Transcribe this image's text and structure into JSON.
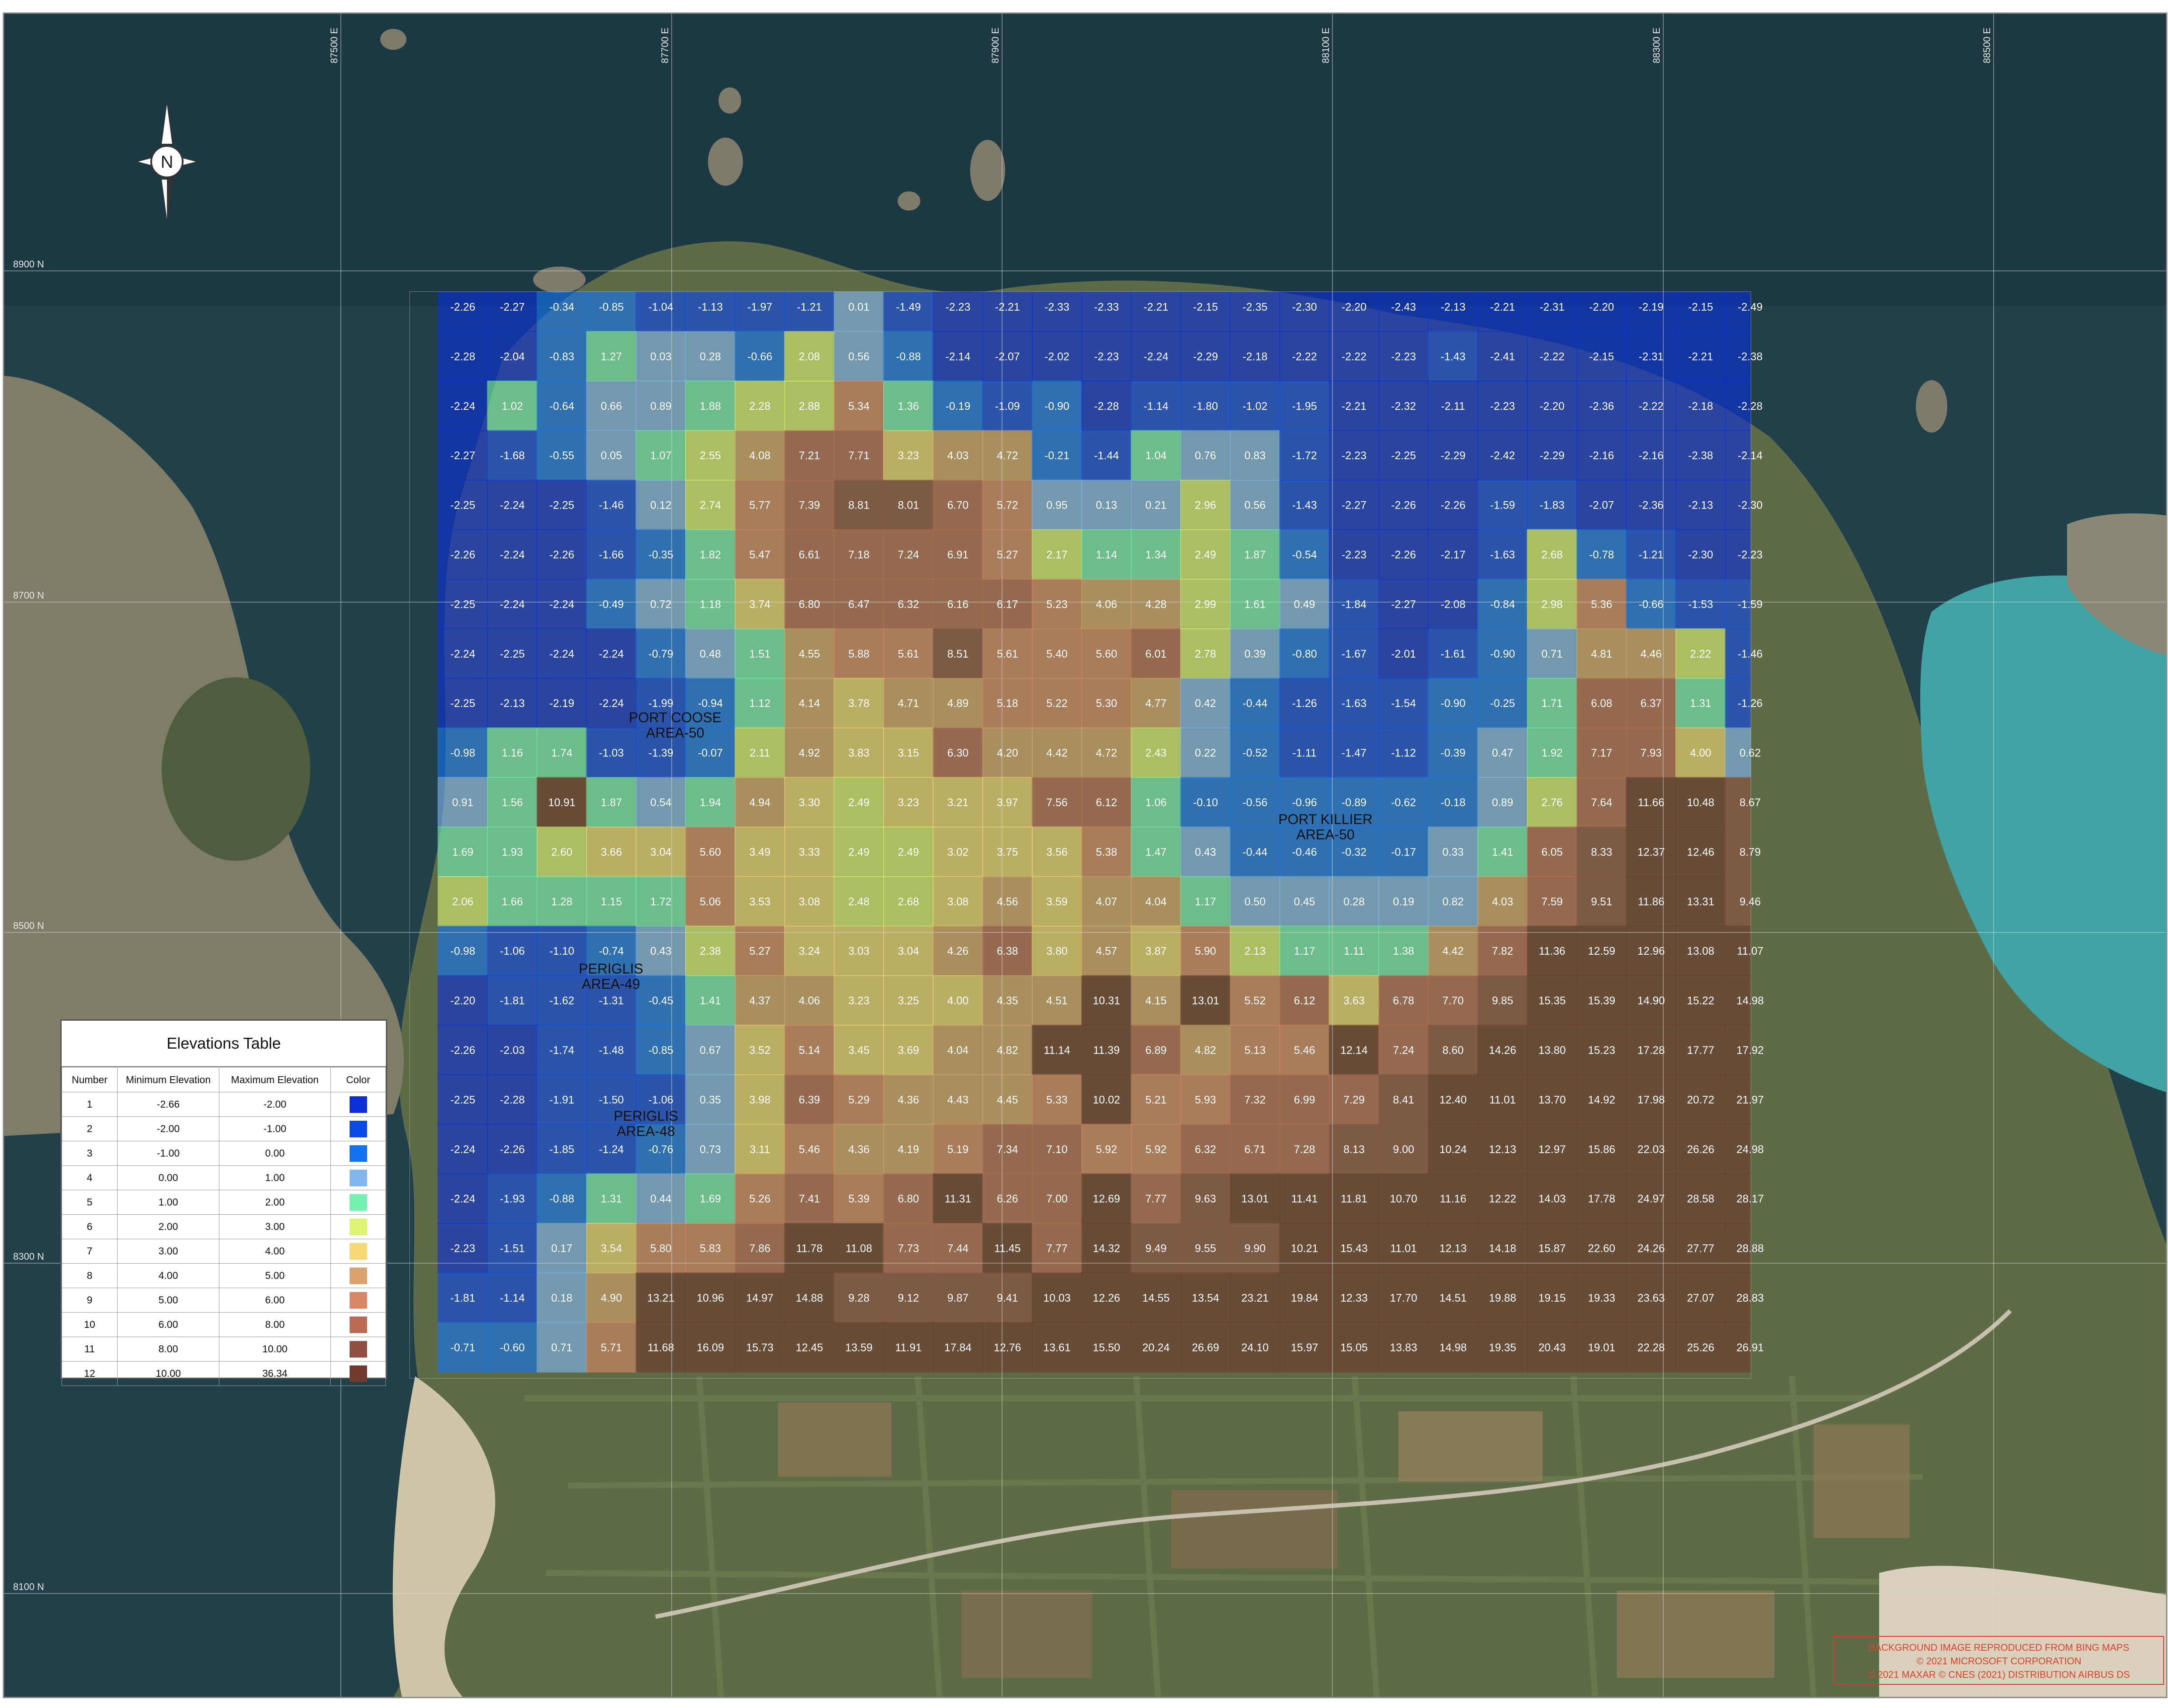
{
  "colors": {
    "sea_deep": "#1c3540",
    "sea_mid": "#24414a",
    "lagoon": "#3aa2a2",
    "land_green": "#5a6d45",
    "grid_line": "#d8d8d8",
    "label_white": "#ffffff",
    "credit_red": "#e0402a"
  },
  "north_arrow": {
    "letter": "N",
    "icon": "north-arrow-icon"
  },
  "easting_labels": [
    "87500 E",
    "87700 E",
    "87900 E",
    "88100 E",
    "88300 E",
    "88500 E"
  ],
  "northing_labels": [
    "8900 N",
    "8700 N",
    "8500 N",
    "8300 N",
    "8100 N"
  ],
  "area_labels": [
    {
      "name": "PORT COOSE",
      "area": "AREA-50"
    },
    {
      "name": "PORT KILLIER",
      "area": "AREA-50"
    },
    {
      "name": "PERIGLIS",
      "area": "AREA-49"
    },
    {
      "name": "PERIGLIS",
      "area": "AREA-48"
    }
  ],
  "elevation_grid": [
    [
      "-2.26",
      "-2.27",
      "-0.34",
      "-0.85",
      "-1.04",
      "-1.13",
      "-1.97",
      "-1.21",
      "0.01",
      "-1.49",
      "-2.23",
      "-2.21",
      "-2.33",
      "-2.33",
      "-2.21",
      "-2.15",
      "-2.35",
      "-2.30",
      "-2.20",
      "-2.43",
      "-2.13",
      "-2.21",
      "-2.31",
      "-2.20",
      "-2.19",
      "-2.15",
      "-2.49"
    ],
    [
      "-2.28",
      "-2.04",
      "-0.83",
      "1.27",
      "0.03",
      "0.28",
      "-0.66",
      "2.08",
      "0.56",
      "-0.88",
      "-2.14",
      "-2.07",
      "-2.02",
      "-2.23",
      "-2.24",
      "-2.29",
      "-2.18",
      "-2.22",
      "-2.22",
      "-2.23",
      "-1.43",
      "-2.41",
      "-2.22",
      "-2.15",
      "-2.31",
      "-2.21",
      "-2.38"
    ],
    [
      "-2.24",
      "1.02",
      "-0.64",
      "0.66",
      "0.89",
      "1.88",
      "2.28",
      "2.88",
      "5.34",
      "1.36",
      "-0.19",
      "-1.09",
      "-0.90",
      "-2.28",
      "-1.14",
      "-1.80",
      "-1.02",
      "-1.95",
      "-2.21",
      "-2.32",
      "-2.11",
      "-2.23",
      "-2.20",
      "-2.36",
      "-2.22",
      "-2.18",
      "-2.28"
    ],
    [
      "-2.27",
      "-1.68",
      "-0.55",
      "0.05",
      "1.07",
      "2.55",
      "4.08",
      "7.21",
      "7.71",
      "3.23",
      "4.03",
      "4.72",
      "-0.21",
      "-1.44",
      "1.04",
      "0.76",
      "0.83",
      "-1.72",
      "-2.23",
      "-2.25",
      "-2.29",
      "-2.42",
      "-2.29",
      "-2.16",
      "-2.16",
      "-2.38",
      "-2.14"
    ],
    [
      "-2.25",
      "-2.24",
      "-2.25",
      "-1.46",
      "0.12",
      "2.74",
      "5.77",
      "7.39",
      "8.81",
      "8.01",
      "6.70",
      "5.72",
      "0.95",
      "0.13",
      "0.21",
      "2.96",
      "0.56",
      "-1.43",
      "-2.27",
      "-2.26",
      "-2.26",
      "-1.59",
      "-1.83",
      "-2.07",
      "-2.36",
      "-2.13",
      "-2.30"
    ],
    [
      "-2.26",
      "-2.24",
      "-2.26",
      "-1.66",
      "-0.35",
      "1.82",
      "5.47",
      "6.61",
      "7.18",
      "7.24",
      "6.91",
      "5.27",
      "2.17",
      "1.14",
      "1.34",
      "2.49",
      "1.87",
      "-0.54",
      "-2.23",
      "-2.26",
      "-2.17",
      "-1.63",
      "2.68",
      "-0.78",
      "-1.21",
      "-2.30",
      "-2.23"
    ],
    [
      "-2.25",
      "-2.24",
      "-2.24",
      "-0.49",
      "0.72",
      "1.18",
      "3.74",
      "6.80",
      "6.47",
      "6.32",
      "6.16",
      "6.17",
      "5.23",
      "4.06",
      "4.28",
      "2.99",
      "1.61",
      "0.49",
      "-1.84",
      "-2.27",
      "-2.08",
      "-0.84",
      "2.98",
      "5.36",
      "-0.66",
      "-1.53",
      "-1.59"
    ],
    [
      "-2.24",
      "-2.25",
      "-2.24",
      "-2.24",
      "-0.79",
      "0.48",
      "1.51",
      "4.55",
      "5.88",
      "5.61",
      "8.51",
      "5.61",
      "5.40",
      "5.60",
      "6.01",
      "2.78",
      "0.39",
      "-0.80",
      "-1.67",
      "-2.01",
      "-1.61",
      "-0.90",
      "0.71",
      "4.81",
      "4.46",
      "2.22",
      "-1.46"
    ],
    [
      "-2.25",
      "-2.13",
      "-2.19",
      "-2.24",
      "-1.99",
      "-0.94",
      "1.12",
      "4.14",
      "3.78",
      "4.71",
      "4.89",
      "5.18",
      "5.22",
      "5.30",
      "4.77",
      "0.42",
      "-0.44",
      "-1.26",
      "-1.63",
      "-1.54",
      "-0.90",
      "-0.25",
      "1.71",
      "6.08",
      "6.37",
      "1.31",
      "-1.26"
    ],
    [
      "-0.98",
      "1.16",
      "1.74",
      "-1.03",
      "-1.39",
      "-0.07",
      "2.11",
      "4.92",
      "3.83",
      "3.15",
      "6.30",
      "4.20",
      "4.42",
      "4.72",
      "2.43",
      "0.22",
      "-0.52",
      "-1.11",
      "-1.47",
      "-1.12",
      "-0.39",
      "0.47",
      "1.92",
      "7.17",
      "7.93",
      "4.00",
      "0.62"
    ],
    [
      "0.91",
      "1.56",
      "10.91",
      "1.87",
      "0.54",
      "1.94",
      "4.94",
      "3.30",
      "2.49",
      "3.23",
      "3.21",
      "3.97",
      "7.56",
      "6.12",
      "1.06",
      "-0.10",
      "-0.56",
      "-0.96",
      "-0.89",
      "-0.62",
      "-0.18",
      "0.89",
      "2.76",
      "7.64",
      "11.66",
      "10.48",
      "8.67"
    ],
    [
      "1.69",
      "1.93",
      "2.60",
      "3.66",
      "3.04",
      "5.60",
      "3.49",
      "3.33",
      "2.49",
      "2.49",
      "3.02",
      "3.75",
      "3.56",
      "5.38",
      "1.47",
      "0.43",
      "-0.44",
      "-0.46",
      "-0.32",
      "-0.17",
      "0.33",
      "1.41",
      "6.05",
      "8.33",
      "12.37",
      "12.46",
      "8.79"
    ],
    [
      "2.06",
      "1.66",
      "1.28",
      "1.15",
      "1.72",
      "5.06",
      "3.53",
      "3.08",
      "2.48",
      "2.68",
      "3.08",
      "4.56",
      "3.59",
      "4.07",
      "4.04",
      "1.17",
      "0.50",
      "0.45",
      "0.28",
      "0.19",
      "0.82",
      "4.03",
      "7.59",
      "9.51",
      "11.86",
      "13.31",
      "9.46"
    ],
    [
      "-0.98",
      "-1.06",
      "-1.10",
      "-0.74",
      "0.43",
      "2.38",
      "5.27",
      "3.24",
      "3.03",
      "3.04",
      "4.26",
      "6.38",
      "3.80",
      "4.57",
      "3.87",
      "5.90",
      "2.13",
      "1.17",
      "1.11",
      "1.38",
      "4.42",
      "7.82",
      "11.36",
      "12.59",
      "12.96",
      "13.08",
      "11.07"
    ],
    [
      "-2.20",
      "-1.81",
      "-1.62",
      "-1.31",
      "-0.45",
      "1.41",
      "4.37",
      "4.06",
      "3.23",
      "3.25",
      "4.00",
      "4.35",
      "4.51",
      "10.31",
      "4.15",
      "13.01",
      "5.52",
      "6.12",
      "3.63",
      "6.78",
      "7.70",
      "9.85",
      "15.35",
      "15.39",
      "14.90",
      "15.22",
      "14.98"
    ],
    [
      "-2.26",
      "-2.03",
      "-1.74",
      "-1.48",
      "-0.85",
      "0.67",
      "3.52",
      "5.14",
      "3.45",
      "3.69",
      "4.04",
      "4.82",
      "11.14",
      "11.39",
      "6.89",
      "4.82",
      "5.13",
      "5.46",
      "12.14",
      "7.24",
      "8.60",
      "14.26",
      "13.80",
      "15.23",
      "17.28",
      "17.77",
      "17.92"
    ],
    [
      "-2.25",
      "-2.28",
      "-1.91",
      "-1.50",
      "-1.06",
      "0.35",
      "3.98",
      "6.39",
      "5.29",
      "4.36",
      "4.43",
      "4.45",
      "5.33",
      "10.02",
      "5.21",
      "5.93",
      "7.32",
      "6.99",
      "7.29",
      "8.41",
      "12.40",
      "11.01",
      "13.70",
      "14.92",
      "17.98",
      "20.72",
      "21.97"
    ],
    [
      "-2.24",
      "-2.26",
      "-1.85",
      "-1.24",
      "-0.76",
      "0.73",
      "3.11",
      "5.46",
      "4.36",
      "4.19",
      "5.19",
      "7.34",
      "7.10",
      "5.92",
      "5.92",
      "6.32",
      "6.71",
      "7.28",
      "8.13",
      "9.00",
      "10.24",
      "12.13",
      "12.97",
      "15.86",
      "22.03",
      "26.26",
      "24.98"
    ],
    [
      "-2.24",
      "-1.93",
      "-0.88",
      "1.31",
      "0.44",
      "1.69",
      "5.26",
      "7.41",
      "5.39",
      "6.80",
      "11.31",
      "6.26",
      "7.00",
      "12.69",
      "7.77",
      "9.63",
      "13.01",
      "11.41",
      "11.81",
      "10.70",
      "11.16",
      "12.22",
      "14.03",
      "17.78",
      "24.97",
      "28.58",
      "28.17"
    ],
    [
      "-2.23",
      "-1.51",
      "0.17",
      "3.54",
      "5.80",
      "5.83",
      "7.86",
      "11.78",
      "11.08",
      "7.73",
      "7.44",
      "11.45",
      "7.77",
      "14.32",
      "9.49",
      "9.55",
      "9.90",
      "10.21",
      "15.43",
      "11.01",
      "12.13",
      "14.18",
      "15.87",
      "22.60",
      "24.26",
      "27.77",
      "28.88"
    ],
    [
      "-1.81",
      "-1.14",
      "0.18",
      "4.90",
      "13.21",
      "10.96",
      "14.97",
      "14.88",
      "9.28",
      "9.12",
      "9.87",
      "9.41",
      "10.03",
      "12.26",
      "14.55",
      "13.54",
      "23.21",
      "19.84",
      "12.33",
      "17.70",
      "14.51",
      "19.88",
      "19.15",
      "19.33",
      "23.63",
      "27.07",
      "28.83"
    ],
    [
      "-0.71",
      "-0.60",
      "0.71",
      "5.71",
      "11.68",
      "16.09",
      "15.73",
      "12.45",
      "13.59",
      "11.91",
      "17.84",
      "12.76",
      "13.61",
      "15.50",
      "20.24",
      "26.69",
      "24.10",
      "15.97",
      "15.05",
      "13.83",
      "14.98",
      "19.35",
      "20.43",
      "19.01",
      "22.28",
      "25.26",
      "26.91"
    ]
  ],
  "elevations_table": {
    "title": "Elevations Table",
    "headers": [
      "Number",
      "Minimum Elevation",
      "Maximum Elevation",
      "Color"
    ],
    "rows": [
      {
        "number": "1",
        "min": "-2.66",
        "max": "-2.00",
        "color": "#0a2fd6"
      },
      {
        "number": "2",
        "min": "-2.00",
        "max": "-1.00",
        "color": "#0b49e6"
      },
      {
        "number": "3",
        "min": "-1.00",
        "max": "0.00",
        "color": "#1474f0"
      },
      {
        "number": "4",
        "min": "0.00",
        "max": "1.00",
        "color": "#7fb7ee"
      },
      {
        "number": "5",
        "min": "1.00",
        "max": "2.00",
        "color": "#74f2b2"
      },
      {
        "number": "6",
        "min": "2.00",
        "max": "3.00",
        "color": "#dcf472"
      },
      {
        "number": "7",
        "min": "3.00",
        "max": "4.00",
        "color": "#f4d874"
      },
      {
        "number": "8",
        "min": "4.00",
        "max": "5.00",
        "color": "#d9a46c"
      },
      {
        "number": "9",
        "min": "5.00",
        "max": "6.00",
        "color": "#d98866"
      },
      {
        "number": "10",
        "min": "6.00",
        "max": "8.00",
        "color": "#b86a52"
      },
      {
        "number": "11",
        "min": "8.00",
        "max": "10.00",
        "color": "#8f5042"
      },
      {
        "number": "12",
        "min": "10.00",
        "max": "36.34",
        "color": "#6e3b2e"
      }
    ]
  },
  "credit": {
    "line1": "BACKGROUND IMAGE REPRODUCED FROM BING MAPS",
    "line2": "© 2021 MICROSOFT CORPORATION",
    "line3": "© 2021 MAXAR © CNES (2021) DISTRIBUTION AIRBUS DS"
  }
}
